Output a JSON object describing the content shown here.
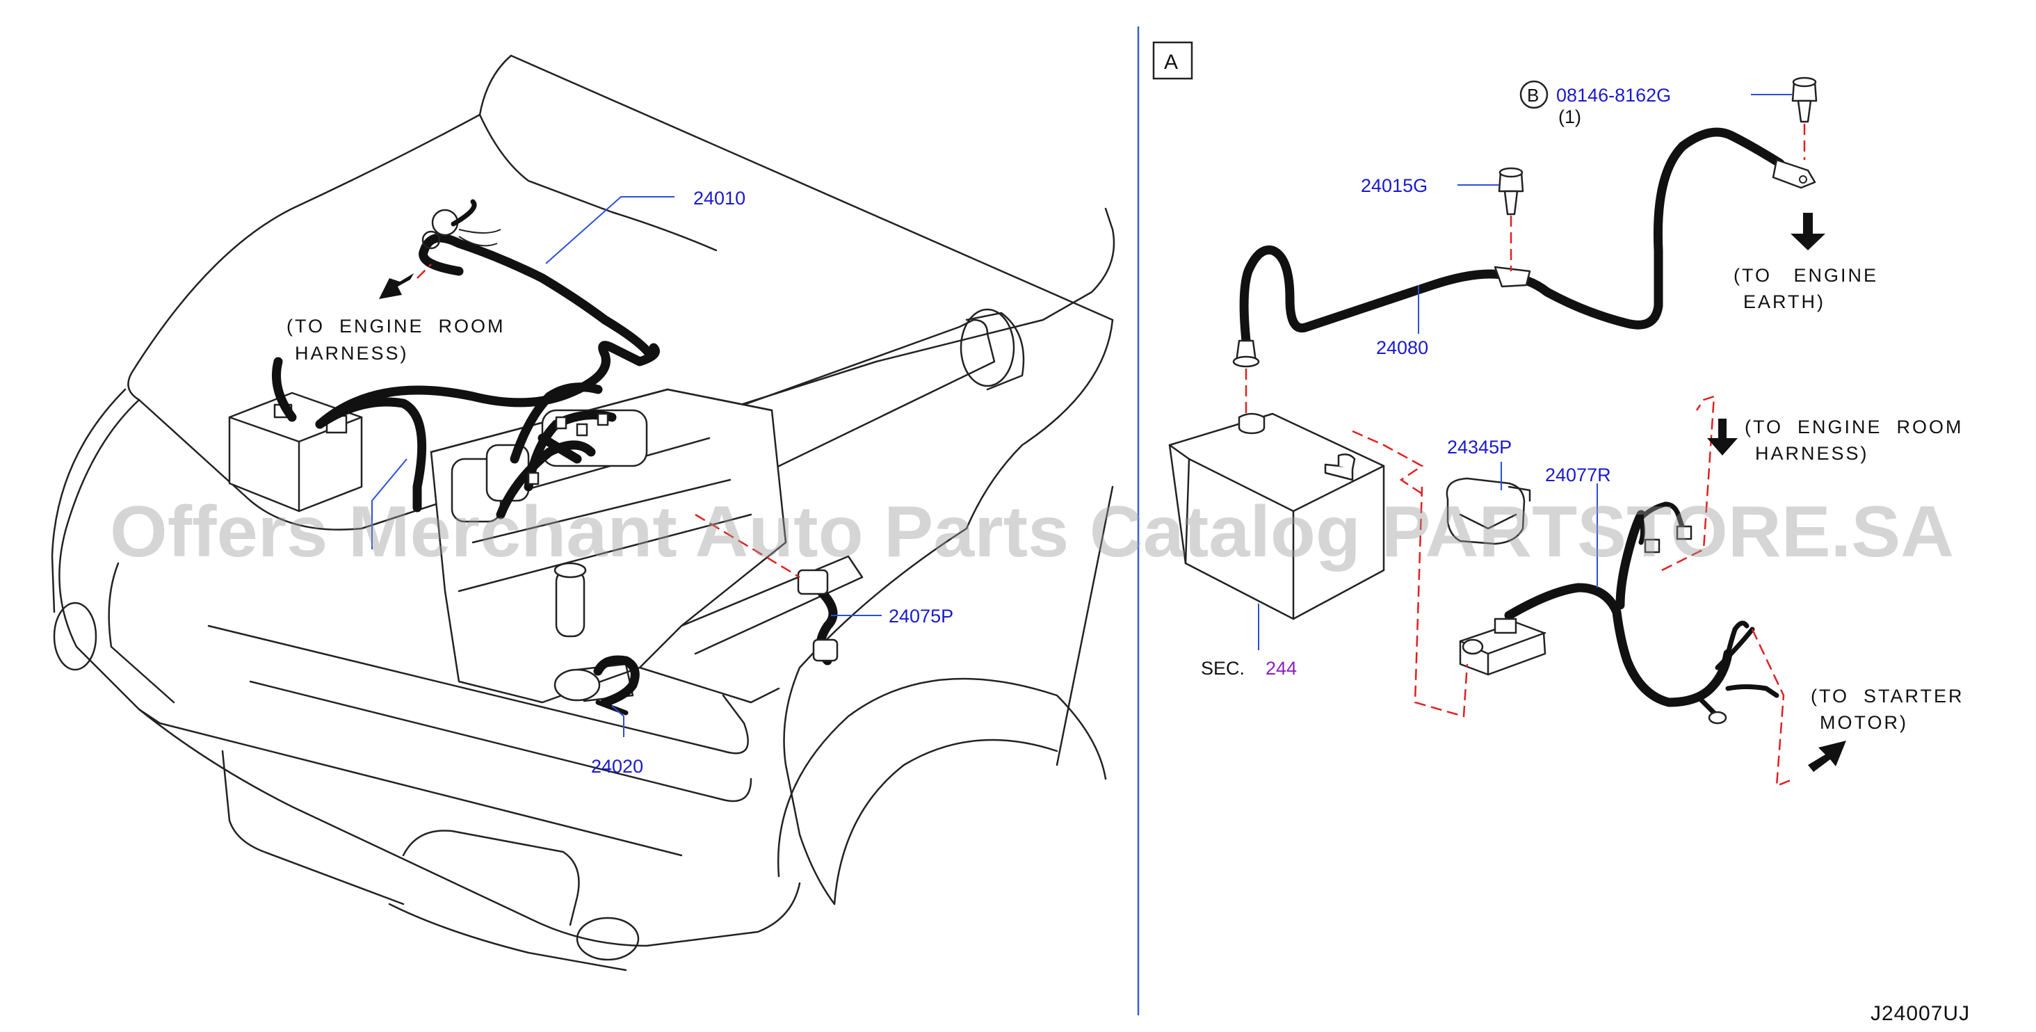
{
  "diagram": {
    "view_label": "A",
    "drawing_code": "J24007UJ",
    "watermark": "Offers Merchant Auto Parts Catalog PARTSTORE.SA",
    "left_view": {
      "parts": [
        {
          "number": "24010"
        },
        {
          "number": "24075P"
        },
        {
          "number": "24020"
        }
      ],
      "notes": {
        "engine_room_harness": [
          "(TO  ENGINE  ROOM",
          "HARNESS)"
        ]
      }
    },
    "detail_view": {
      "parts": [
        {
          "number": "08146-8162G",
          "qty": "(1)",
          "callout": "B"
        },
        {
          "number": "24015G"
        },
        {
          "number": "24080"
        },
        {
          "number": "24345P"
        },
        {
          "number": "24077R"
        }
      ],
      "section_ref": {
        "label": "SEC.",
        "number": "244"
      },
      "notes": {
        "engine_earth": [
          "(TO   ENGINE",
          "EARTH)"
        ],
        "engine_room_harness": [
          "(TO  ENGINE  ROOM",
          "HARNESS)"
        ],
        "starter_motor": [
          "(TO  STARTER",
          "MOTOR)"
        ]
      }
    },
    "colors": {
      "part_number": "#1a1acc",
      "leader_line": "#2a4fd6",
      "dashed_guide": "#e02020",
      "section_number": "#8a1fc0",
      "divider": "#3a5fd0"
    }
  }
}
